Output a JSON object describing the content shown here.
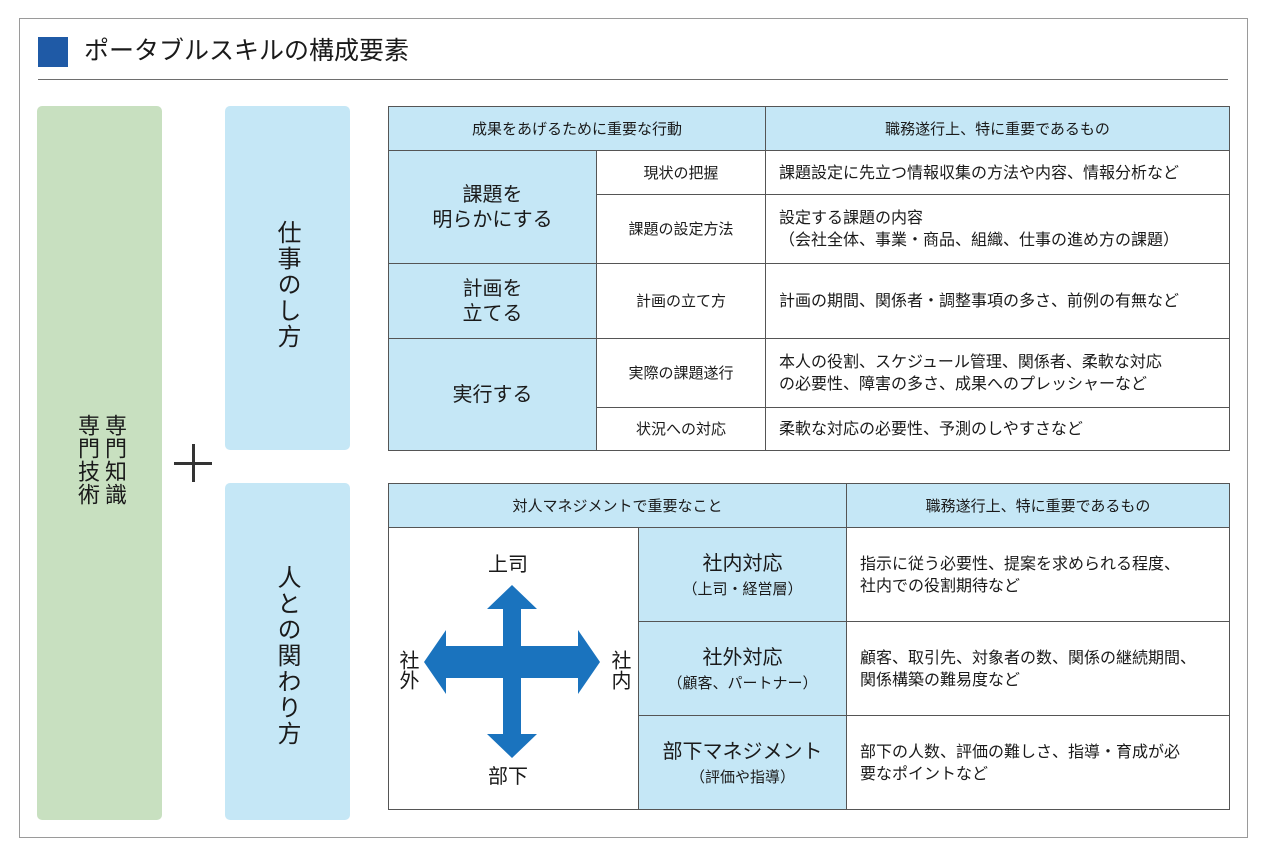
{
  "title": "ポータブルスキルの構成要素",
  "left_label": "専門知識\n専門技術",
  "left_label_col1": "専門知識",
  "left_label_col2": "専門技術",
  "plus": "＋",
  "section_work": "仕事のし方",
  "section_people": "人との関わり方",
  "work_table": {
    "header_left": "成果をあげるために重要な行動",
    "header_right": "職務遂行上、特に重要であるもの",
    "groups": [
      {
        "category": "課題を\n明らかにする",
        "category_line1": "課題を",
        "category_line2": "明らかにする",
        "rows": [
          {
            "action": "現状の把握",
            "detail": "課題設定に先立つ情報収集の方法や内容、情報分析など"
          },
          {
            "action": "課題の設定方法",
            "detail_line1": "設定する課題の内容",
            "detail_line2": "（会社全体、事業・商品、組織、仕事の進め方の課題）"
          }
        ]
      },
      {
        "category_line1": "計画を",
        "category_line2": "立てる",
        "rows": [
          {
            "action": "計画の立て方",
            "detail": "計画の期間、関係者・調整事項の多さ、前例の有無など"
          }
        ]
      },
      {
        "category": "実行する",
        "rows": [
          {
            "action": "実際の課題遂行",
            "detail_line1": "本人の役割、スケジュール管理、関係者、柔軟な対応",
            "detail_line2": "の必要性、障害の多さ、成果へのプレッシャーなど"
          },
          {
            "action": "状況への対応",
            "detail": "柔軟な対応の必要性、予測のしやすさなど"
          }
        ]
      }
    ]
  },
  "people_table": {
    "header_left": "対人マネジメントで重要なこと",
    "header_right": "職務遂行上、特に重要であるもの",
    "cross": {
      "top": "上司",
      "bottom": "部下",
      "left": "社外",
      "right": "社内",
      "arrow_color": "#1a73be"
    },
    "rows": [
      {
        "title": "社内対応",
        "subtitle": "（上司・経営層）",
        "detail_line1": "指示に従う必要性、提案を求められる程度、",
        "detail_line2": "社内での役割期待など"
      },
      {
        "title": "社外対応",
        "subtitle": "（顧客、パートナー）",
        "detail_line1": "顧客、取引先、対象者の数、関係の継続期間、",
        "detail_line2": "関係構築の難易度など"
      },
      {
        "title": "部下マネジメント",
        "subtitle": "（評価や指導）",
        "detail_line1": "部下の人数、評価の難しさ、指導・育成が必",
        "detail_line2": "要なポイントなど"
      }
    ]
  },
  "colors": {
    "accent_square": "#1f5aa6",
    "green_panel": "#c8e0c0",
    "light_blue": "#c5e7f6"
  }
}
